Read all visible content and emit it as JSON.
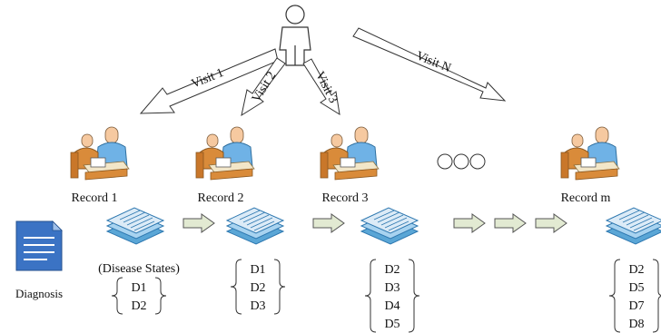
{
  "visits": [
    {
      "label": "Visit 1"
    },
    {
      "label": "Visit 2"
    },
    {
      "label": "Visit 3"
    },
    {
      "label": "Visit N"
    }
  ],
  "records": [
    {
      "label": "Record 1",
      "diagnoses": [
        "D1",
        "D2"
      ]
    },
    {
      "label": "Record 2",
      "diagnoses": [
        "D1",
        "D2",
        "D3"
      ]
    },
    {
      "label": "Record 3",
      "diagnoses": [
        "D2",
        "D3",
        "D4",
        "D5"
      ]
    },
    {
      "label": "Record m",
      "diagnoses": [
        "D2",
        "D5",
        "D7",
        "D8"
      ]
    }
  ],
  "disease_states_label": "(Disease States)",
  "diagnosis_label": "Diagnosis",
  "colors": {
    "stack_top": "#dcebf7",
    "stack_mid": "#a8d3f0",
    "stack_edge": "#5aa6d6",
    "arrow_fill": "#e2ead2",
    "doc_blue": "#3b73c4",
    "person_skin": "#f6c9a0",
    "shirt_blue": "#6fb2e6",
    "desk": "#d98b3a"
  }
}
